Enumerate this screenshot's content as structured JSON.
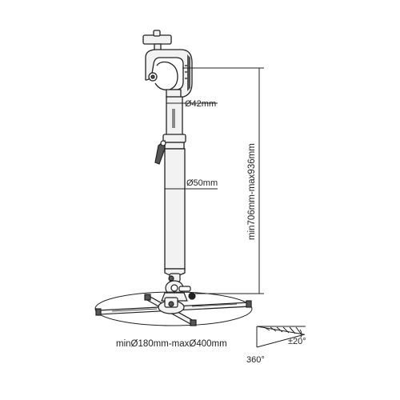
{
  "labels": {
    "upper_tube_diameter": "Ø42mm",
    "lower_tube_diameter": "Ø50mm",
    "height_range": "min706mm-max936mm",
    "mount_range": "minØ180mm-maxØ400mm",
    "tilt": "±20°",
    "rotation": "360°"
  },
  "colors": {
    "line": "#222222",
    "metal": "#f2f2f2",
    "dark_metal": "#555555",
    "shadow": "#444444"
  },
  "icons": {
    "hook_clamp": "c-clamp-hook",
    "locking_lever": "lever-handle",
    "ball_joint": "tilt-ball-joint",
    "bracket": "cross-mount-bracket"
  }
}
